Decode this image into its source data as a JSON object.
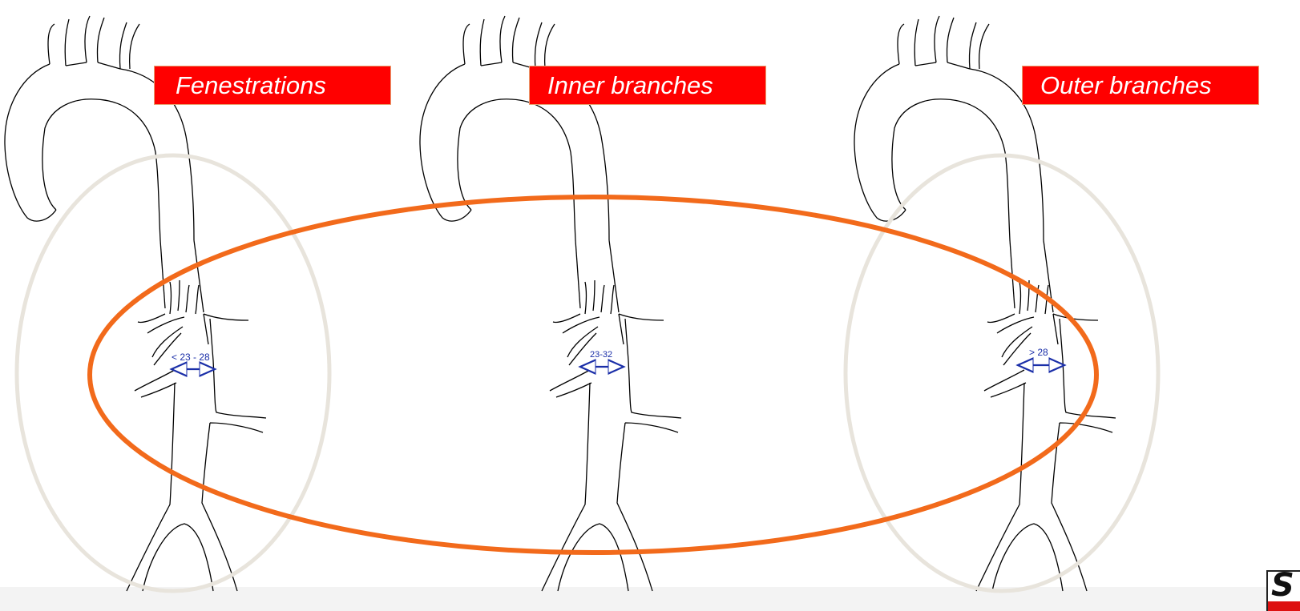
{
  "labels": {
    "fenestrations": "Fenestrations",
    "inner_branches": "Inner branches",
    "outer_branches": "Outer branches"
  },
  "measurements": {
    "left": "< 23 - 28",
    "middle": "23-32",
    "right": "> 28"
  },
  "colors": {
    "label_bg": "#ff0000",
    "label_text": "#ffffff",
    "highlight_ellipse": "#f26a1b",
    "selection_ellipse": "#e8e4dc",
    "measurement": "#1a2ea8",
    "outline": "#000000"
  },
  "icons": {
    "measure_arrow": "double-headed-arrow-icon",
    "logo": "s-logo-icon"
  }
}
